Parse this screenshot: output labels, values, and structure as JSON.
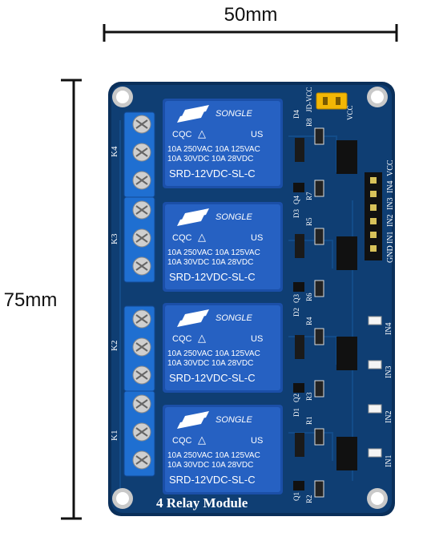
{
  "dimensions": {
    "width_label": "50mm",
    "height_label": "75mm"
  },
  "board": {
    "title": "4 Relay Module",
    "colors": {
      "pcb": "#0f3e73",
      "pcb_edge": "#0a2f5a",
      "terminal": "#1f6fd1",
      "relay": "#1b4fa8",
      "relay_top": "#2661c2",
      "jumper": "#f2b705"
    },
    "header_labels": [
      "GND",
      "IN1",
      "IN2",
      "IN3",
      "IN4",
      "VCC"
    ],
    "jumper_labels": [
      "JD-VCC",
      "VCC"
    ],
    "input_labels": [
      "IN4",
      "IN3",
      "IN2",
      "IN1"
    ],
    "channel_labels": [
      "K4",
      "K3",
      "K2",
      "K1"
    ],
    "diode_labels": [
      "D4",
      "D3",
      "D2",
      "D1"
    ],
    "transistor_labels": [
      "Q4",
      "Q3",
      "Q2",
      "Q1"
    ],
    "resistor_labels": [
      "R8",
      "R7",
      "R5",
      "R6",
      "R4",
      "R3",
      "R1",
      "R2"
    ]
  },
  "relays": [
    {
      "brand": "SONGLE",
      "rating_line_1": "10A 250VAC  10A 125VAC",
      "rating_line_2": "10A  30VDC  10A  28VDC",
      "model": "SRD-12VDC-SL-C",
      "cert": "CQC",
      "ul": "US"
    },
    {
      "brand": "SONGLE",
      "rating_line_1": "10A 250VAC  10A 125VAC",
      "rating_line_2": "10A  30VDC  10A  28VDC",
      "model": "SRD-12VDC-SL-C",
      "cert": "CQC",
      "ul": "US"
    },
    {
      "brand": "SONGLE",
      "rating_line_1": "10A 250VAC  10A 125VAC",
      "rating_line_2": "10A  30VDC  10A  28VDC",
      "model": "SRD-12VDC-SL-C",
      "cert": "CQC",
      "ul": "US"
    },
    {
      "brand": "SONGLE",
      "rating_line_1": "10A 250VAC  10A 125VAC",
      "rating_line_2": "10A  30VDC  10A  28VDC",
      "model": "SRD-12VDC-SL-C",
      "cert": "CQC",
      "ul": "US"
    }
  ]
}
